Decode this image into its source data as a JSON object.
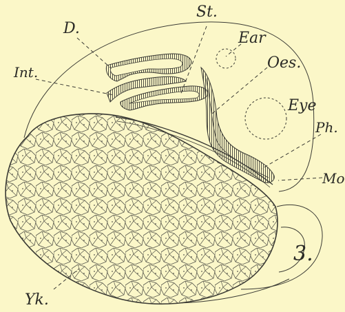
{
  "figure": {
    "background": "#fbf7c8",
    "ink": "#2a2a26",
    "figure_number": "3.",
    "labels": {
      "d": "D.",
      "st": "St.",
      "ear": "Ear",
      "oes": "Oes.",
      "int": "Int.",
      "eye": "Eye",
      "ph": "Ph.",
      "mo": "Mo.",
      "yk": "Yk."
    }
  }
}
